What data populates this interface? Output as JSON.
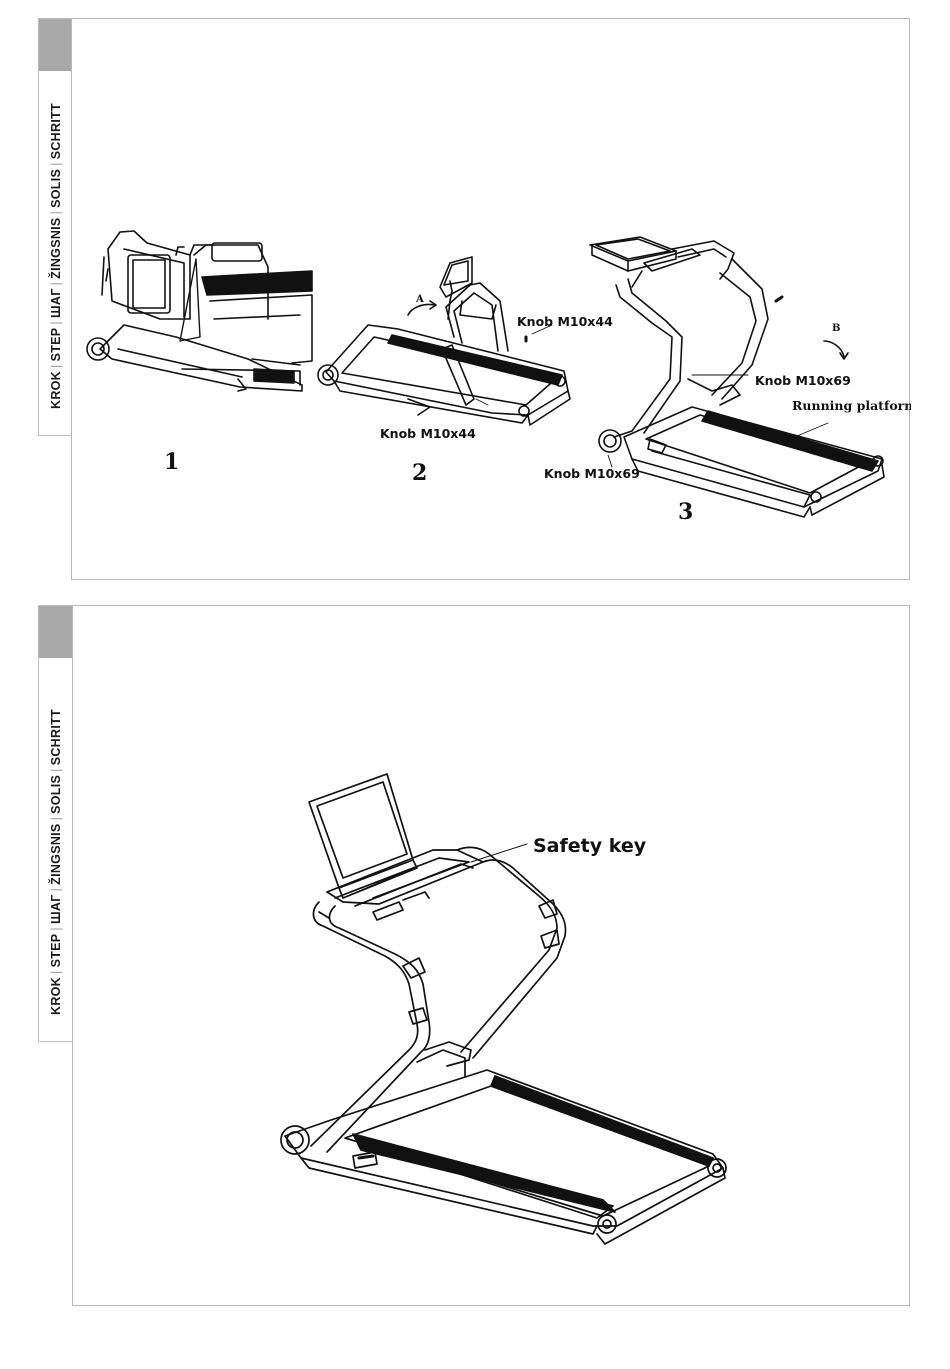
{
  "side_tab": {
    "words": [
      "KROK",
      "STEP",
      "ШАГ",
      "ŽINGSNIS",
      "SOLIS",
      "SCHRITT"
    ]
  },
  "step1": {
    "number": "1",
    "labels": {
      "knob_m10x44_top": "Knob M10x44",
      "knob_m10x44_bottom": "Knob M10x44",
      "knob_m10x69_upper": "Knob M10x69",
      "knob_m10x69_lower": "Knob M10x69",
      "running_platform": "Running platform",
      "arrow_a": "A",
      "arrow_b": "B"
    },
    "numbers": [
      "1",
      "2",
      "3"
    ]
  },
  "step2": {
    "safety_key_label": "Safety key"
  },
  "colors": {
    "tab_gray": "#a8a8a8",
    "border": "#b8b8b8",
    "line": "#111111"
  }
}
